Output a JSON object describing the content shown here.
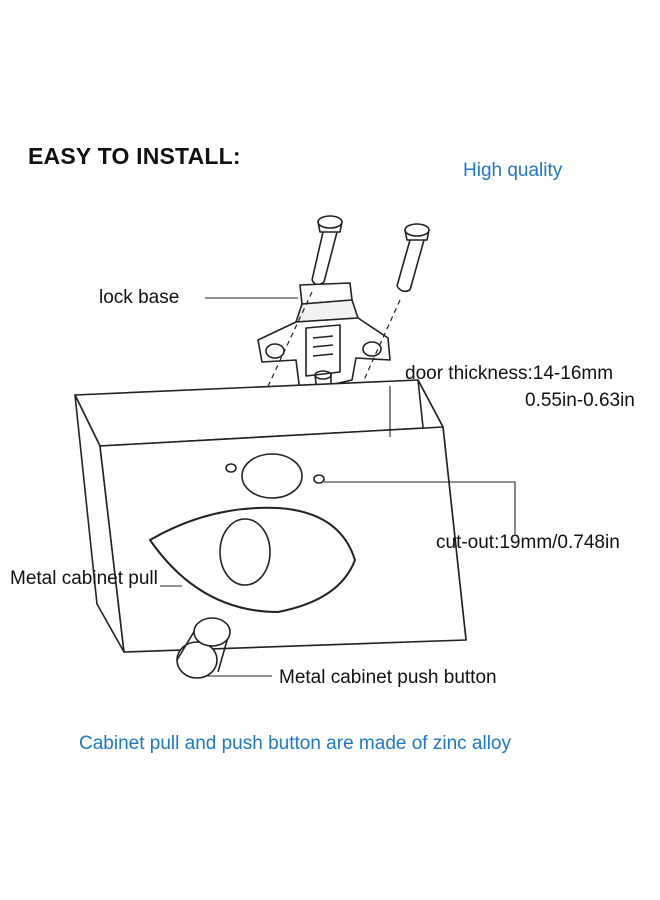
{
  "heading": "EASY TO INSTALL:",
  "badge": "High quality",
  "labels": {
    "lock_base": "lock base",
    "door_thickness": "door thickness:14-16mm",
    "door_thickness_in": "0.55in-0.63in",
    "cut_out": "cut-out:19mm/0.748in",
    "pull": "Metal cabinet pull",
    "push_button": "Metal cabinet push button"
  },
  "footer_note": "Cabinet pull and push button  are made of zinc alloy",
  "colors": {
    "accent": "#1e78c2",
    "ink": "#111111"
  }
}
